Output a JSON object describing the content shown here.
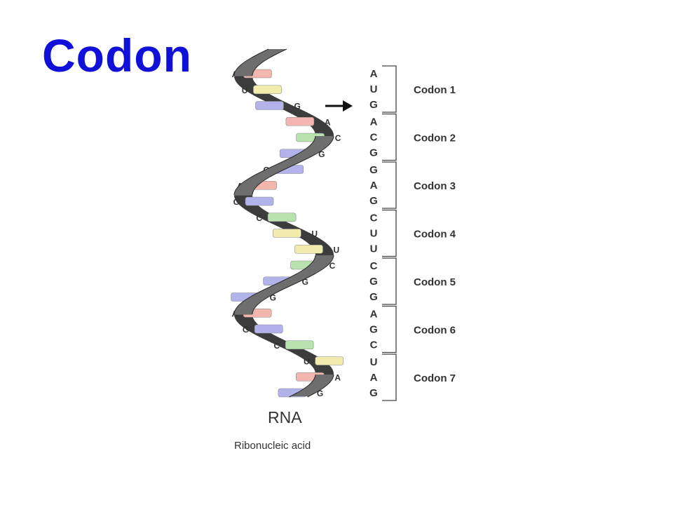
{
  "title": "Codon",
  "colors": {
    "title": "#1010d8",
    "ribbon": "#6e6e6e",
    "ribbon_dark": "#3c3c3c",
    "base_A": "#f2b6ae",
    "base_U": "#f1ecae",
    "base_G": "#b3b3ec",
    "base_C": "#b8e3ae"
  },
  "helix_bases": [
    "A",
    "U",
    "G",
    "A",
    "C",
    "G",
    "G",
    "A",
    "G",
    "C",
    "U",
    "U",
    "C",
    "G",
    "G",
    "A",
    "G",
    "C",
    "U",
    "A",
    "G"
  ],
  "codons": [
    {
      "label": "Codon 1",
      "bases": [
        "A",
        "U",
        "G"
      ]
    },
    {
      "label": "Codon 2",
      "bases": [
        "A",
        "C",
        "G"
      ]
    },
    {
      "label": "Codon 3",
      "bases": [
        "G",
        "A",
        "G"
      ]
    },
    {
      "label": "Codon 4",
      "bases": [
        "C",
        "U",
        "U"
      ]
    },
    {
      "label": "Codon 5",
      "bases": [
        "C",
        "G",
        "G"
      ]
    },
    {
      "label": "Codon 6",
      "bases": [
        "A",
        "G",
        "C"
      ]
    },
    {
      "label": "Codon 7",
      "bases": [
        "U",
        "A",
        "G"
      ]
    }
  ],
  "caption": {
    "main": "RNA",
    "sub": "Ribonucleic acid"
  }
}
